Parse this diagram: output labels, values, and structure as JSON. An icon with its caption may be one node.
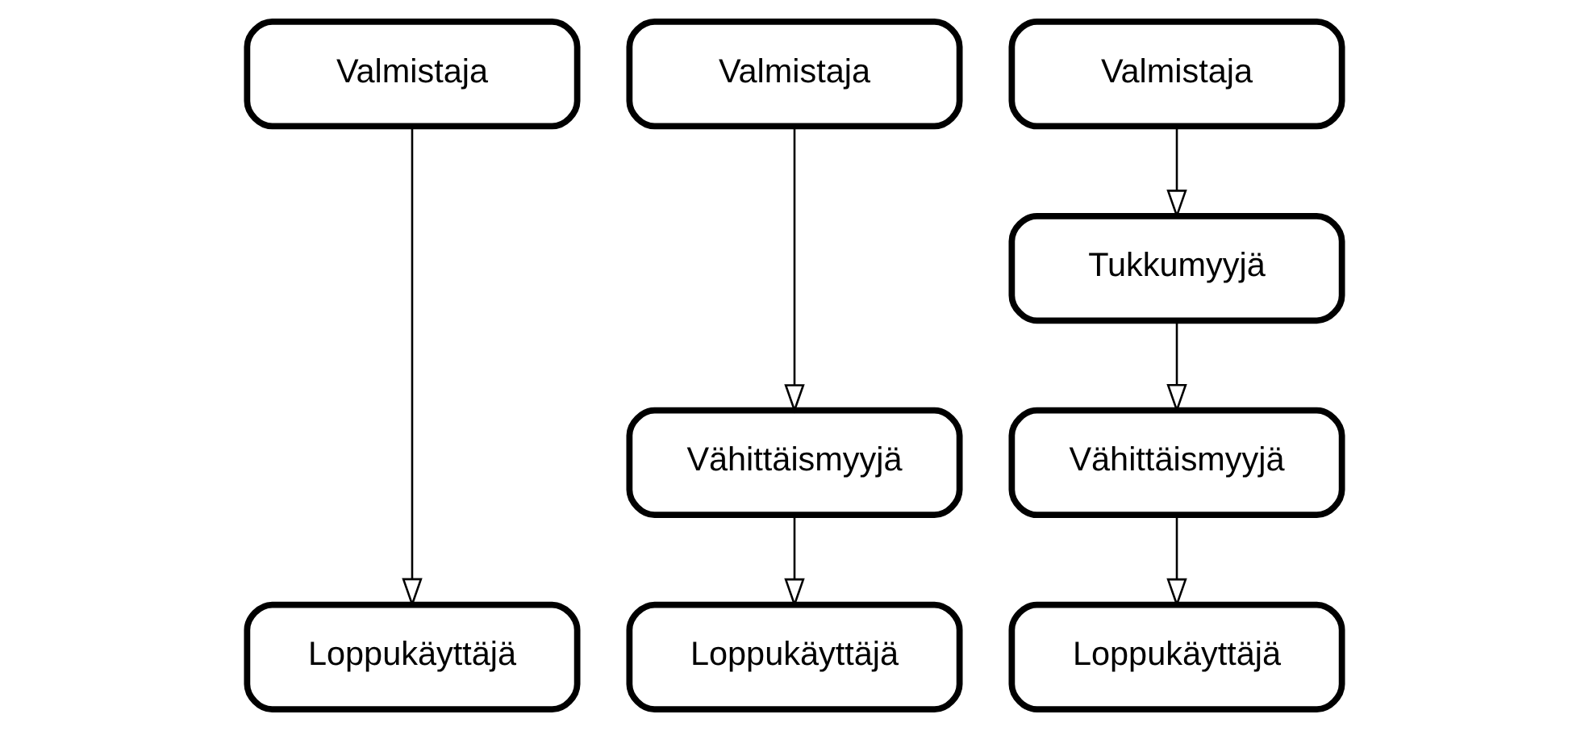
{
  "diagram": {
    "nodes": [
      {
        "text": [
          "Valmistaja"
        ]
      },
      {
        "text": [
          "Valmistaja"
        ]
      },
      {
        "text": [
          "Valmistaja"
        ]
      },
      {
        "text": [
          "Tukkumyyjä"
        ]
      },
      {
        "text": [
          "Vähittäismyyjä"
        ]
      },
      {
        "text": [
          "Vähittäismyyjä"
        ]
      },
      {
        "text": [
          "Loppukäyttäjä"
        ]
      },
      {
        "text": [
          "Loppukäyttäjä"
        ]
      },
      {
        "text": [
          "Loppukäyttäjä"
        ]
      }
    ],
    "edges": [
      {
        "from": 0,
        "to": 6,
        "arrow": "to"
      },
      {
        "from": 1,
        "to": 4,
        "arrow": "to"
      },
      {
        "from": 4,
        "to": 7,
        "arrow": "to"
      },
      {
        "from": 2,
        "to": 3,
        "arrow": "to"
      },
      {
        "from": 3,
        "to": 5,
        "arrow": "to"
      },
      {
        "from": 5,
        "to": 8,
        "arrow": "to"
      }
    ]
  }
}
